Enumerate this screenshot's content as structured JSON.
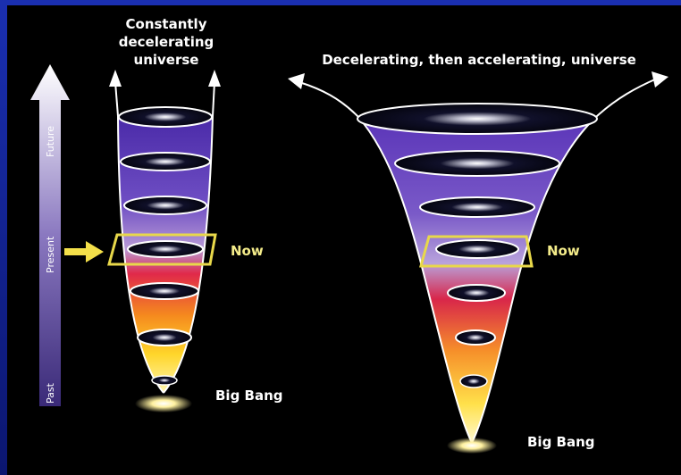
{
  "left_panel": {
    "title_lines": [
      "Constantly",
      "decelerating",
      "universe"
    ],
    "now_label": "Now",
    "origin_label": "Big Bang"
  },
  "right_panel": {
    "title": "Decelerating, then accelerating, universe",
    "now_label": "Now",
    "origin_label": "Big Bang"
  },
  "time_axis": {
    "labels": [
      "Future",
      "Present",
      "Past"
    ]
  },
  "colors": {
    "background": "#000000",
    "frame_blue": "#1a2fb0",
    "now_box": "#e8d84a",
    "cone_top": "#5a2fb5",
    "cone_mid": "#d81e3a",
    "cone_low": "#f7a21b",
    "cone_tip": "#fff7a0"
  }
}
